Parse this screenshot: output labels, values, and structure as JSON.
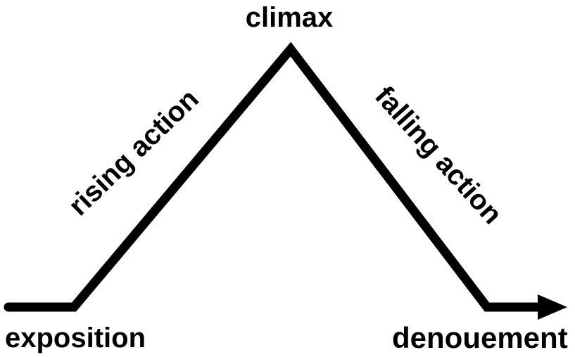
{
  "diagram": {
    "labels": {
      "climax": "climax",
      "rising_action": "rising action",
      "falling_action": "falling action",
      "exposition": "exposition",
      "denouement": "denouement"
    },
    "colors": {
      "line": "#000000",
      "arrow": "#000000",
      "text": "#000000",
      "background": "#ffffff"
    }
  }
}
